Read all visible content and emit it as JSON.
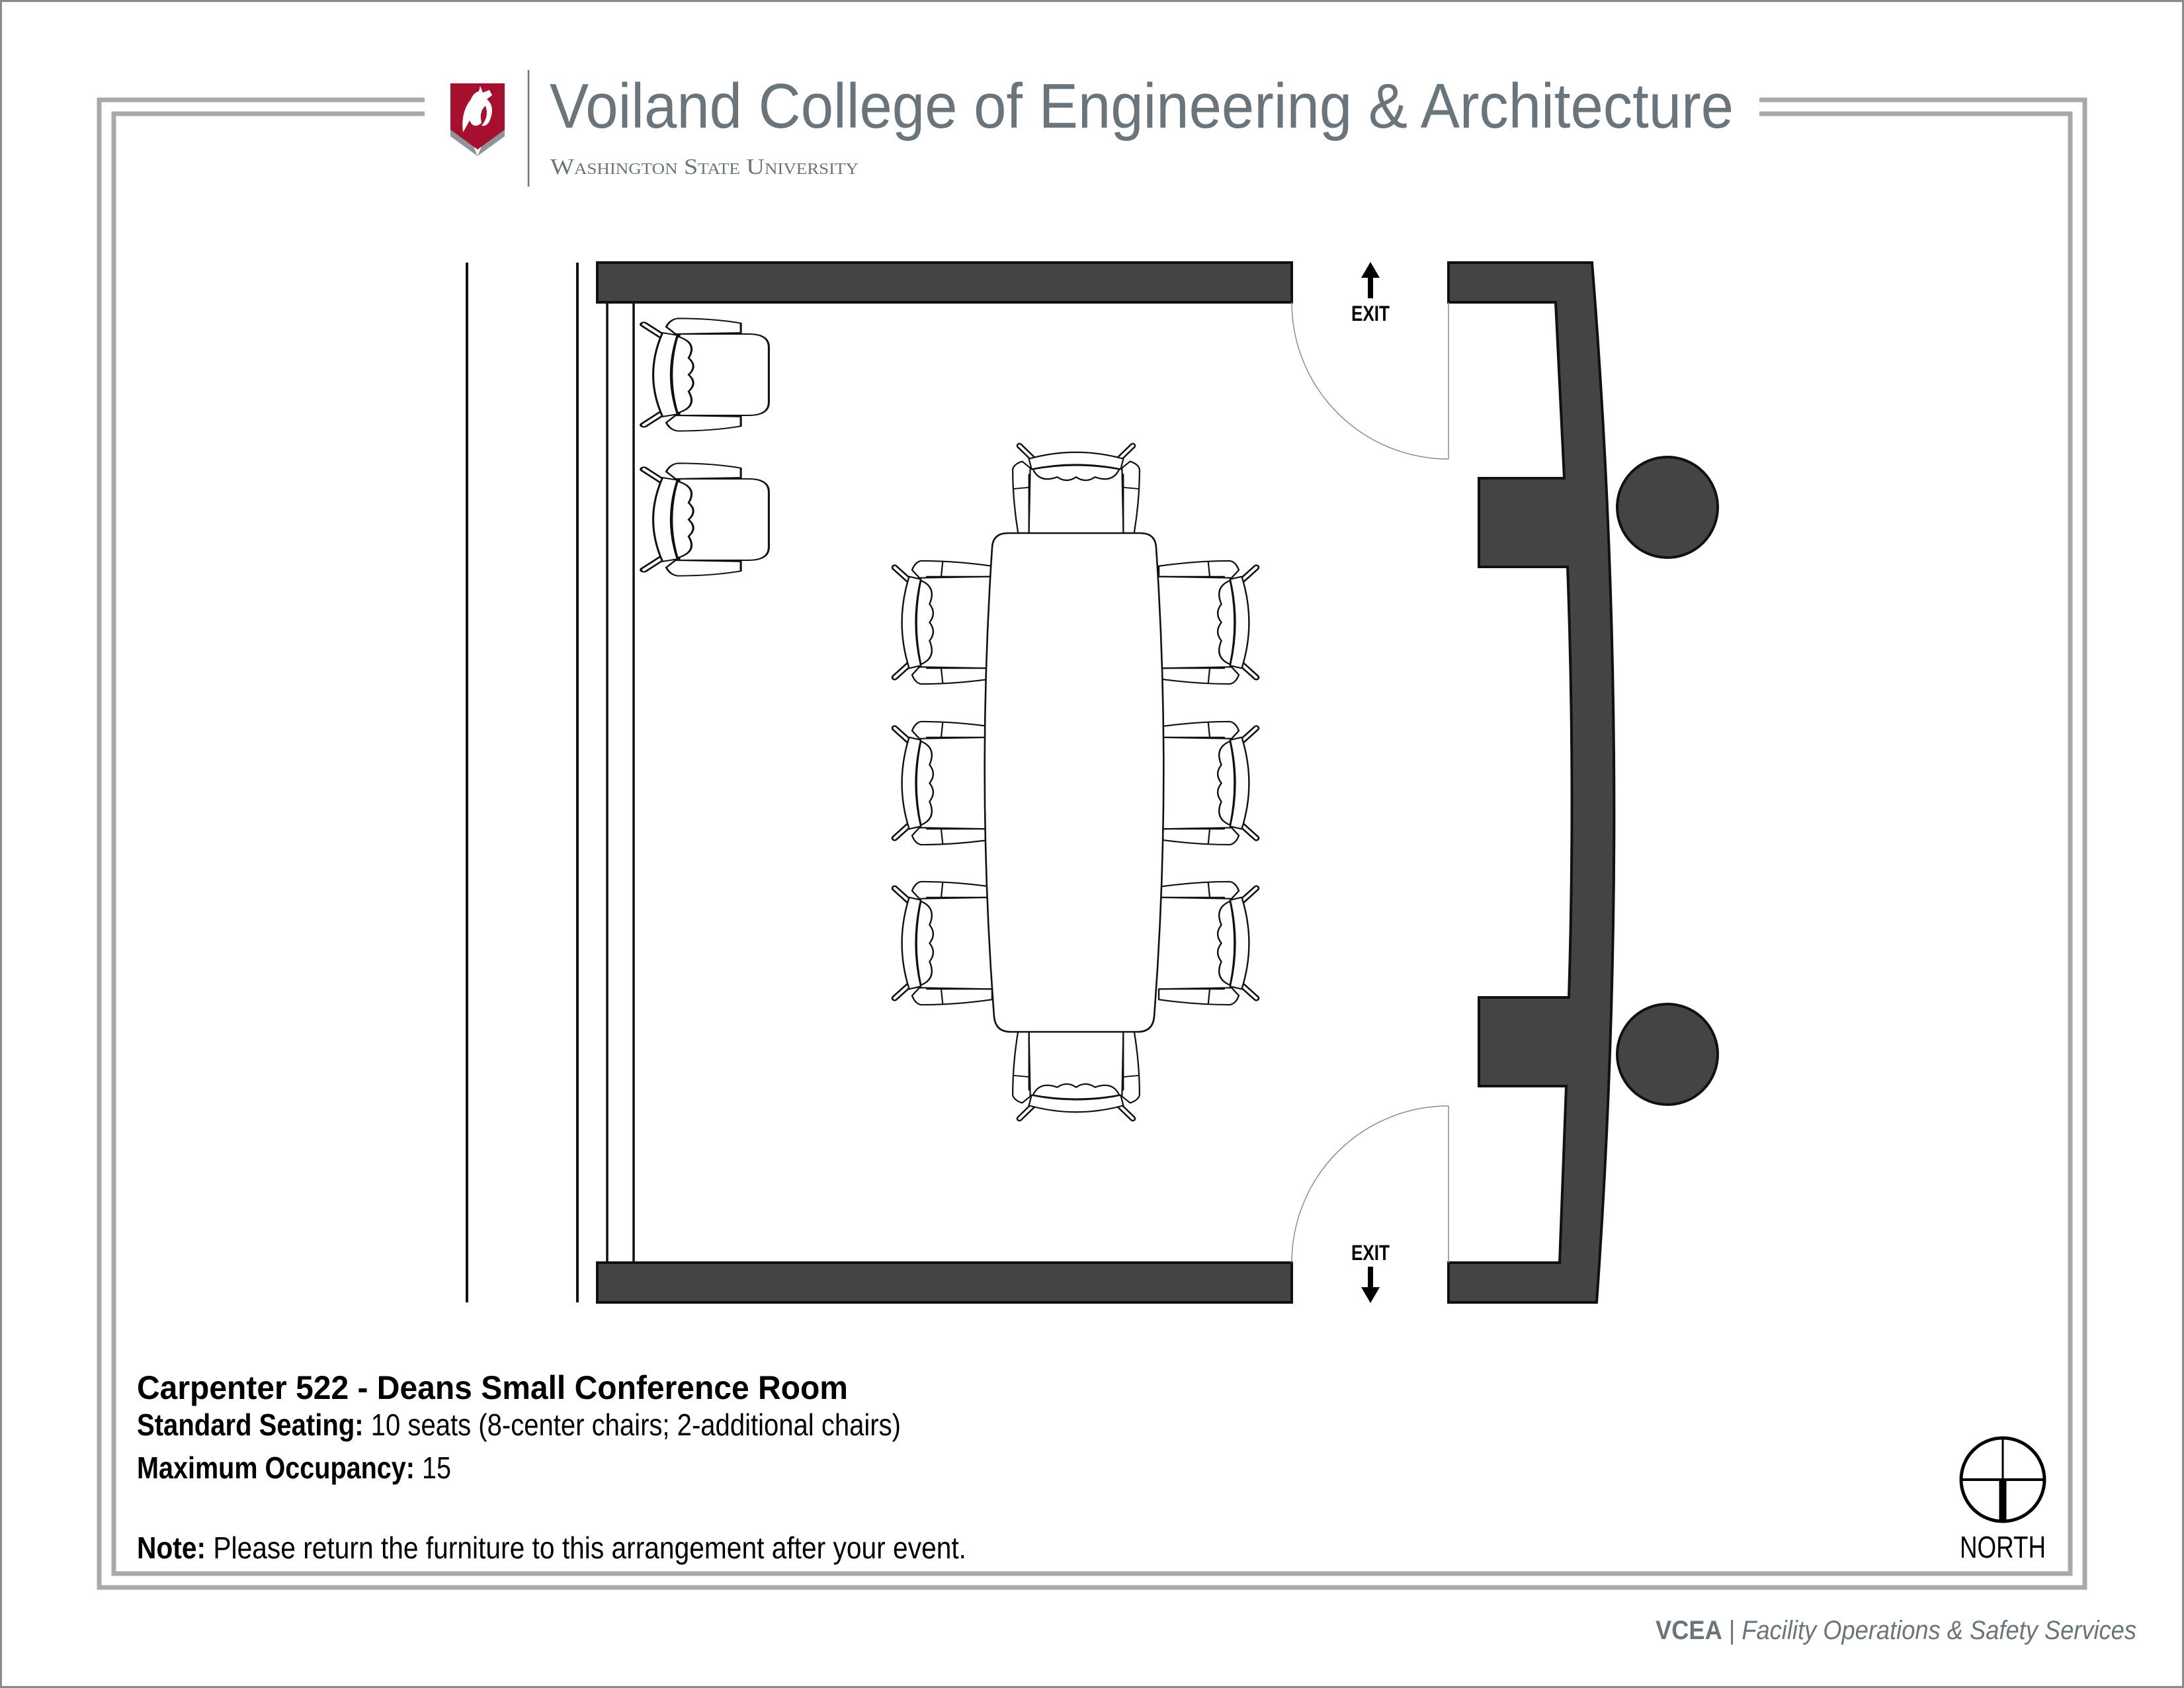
{
  "header": {
    "title": "Voiland College of Engineering & Architecture",
    "subtitle": "Washington State University",
    "logo": "wsu-cougar-shield-icon"
  },
  "floor_plan": {
    "exits": [
      {
        "label": "EXIT",
        "direction": "up",
        "icon": "arrow-up-icon"
      },
      {
        "label": "EXIT",
        "direction": "down",
        "icon": "arrow-down-icon"
      }
    ],
    "north_label": "NORTH",
    "north_icon": "north-compass-icon"
  },
  "info": {
    "room_title": "Carpenter 522 - Deans Small Conference Room",
    "seating_label": "Standard Seating:",
    "seating_value": " 10 seats (8-center chairs; 2-additional chairs)",
    "occupancy_label": "Maximum Occupancy:",
    "occupancy_value": " 15",
    "note_label": "Note:",
    "note_value": " Please return the furniture to this arrangement after your event."
  },
  "footer": {
    "org": "VCEA",
    "separator": " | ",
    "dept": "Facility Operations & Safety Services"
  },
  "colors": {
    "brand_crimson": "#a60f2d",
    "brand_gray": "#6a747b",
    "wall": "#434443",
    "frame": "#a7a9ac"
  }
}
